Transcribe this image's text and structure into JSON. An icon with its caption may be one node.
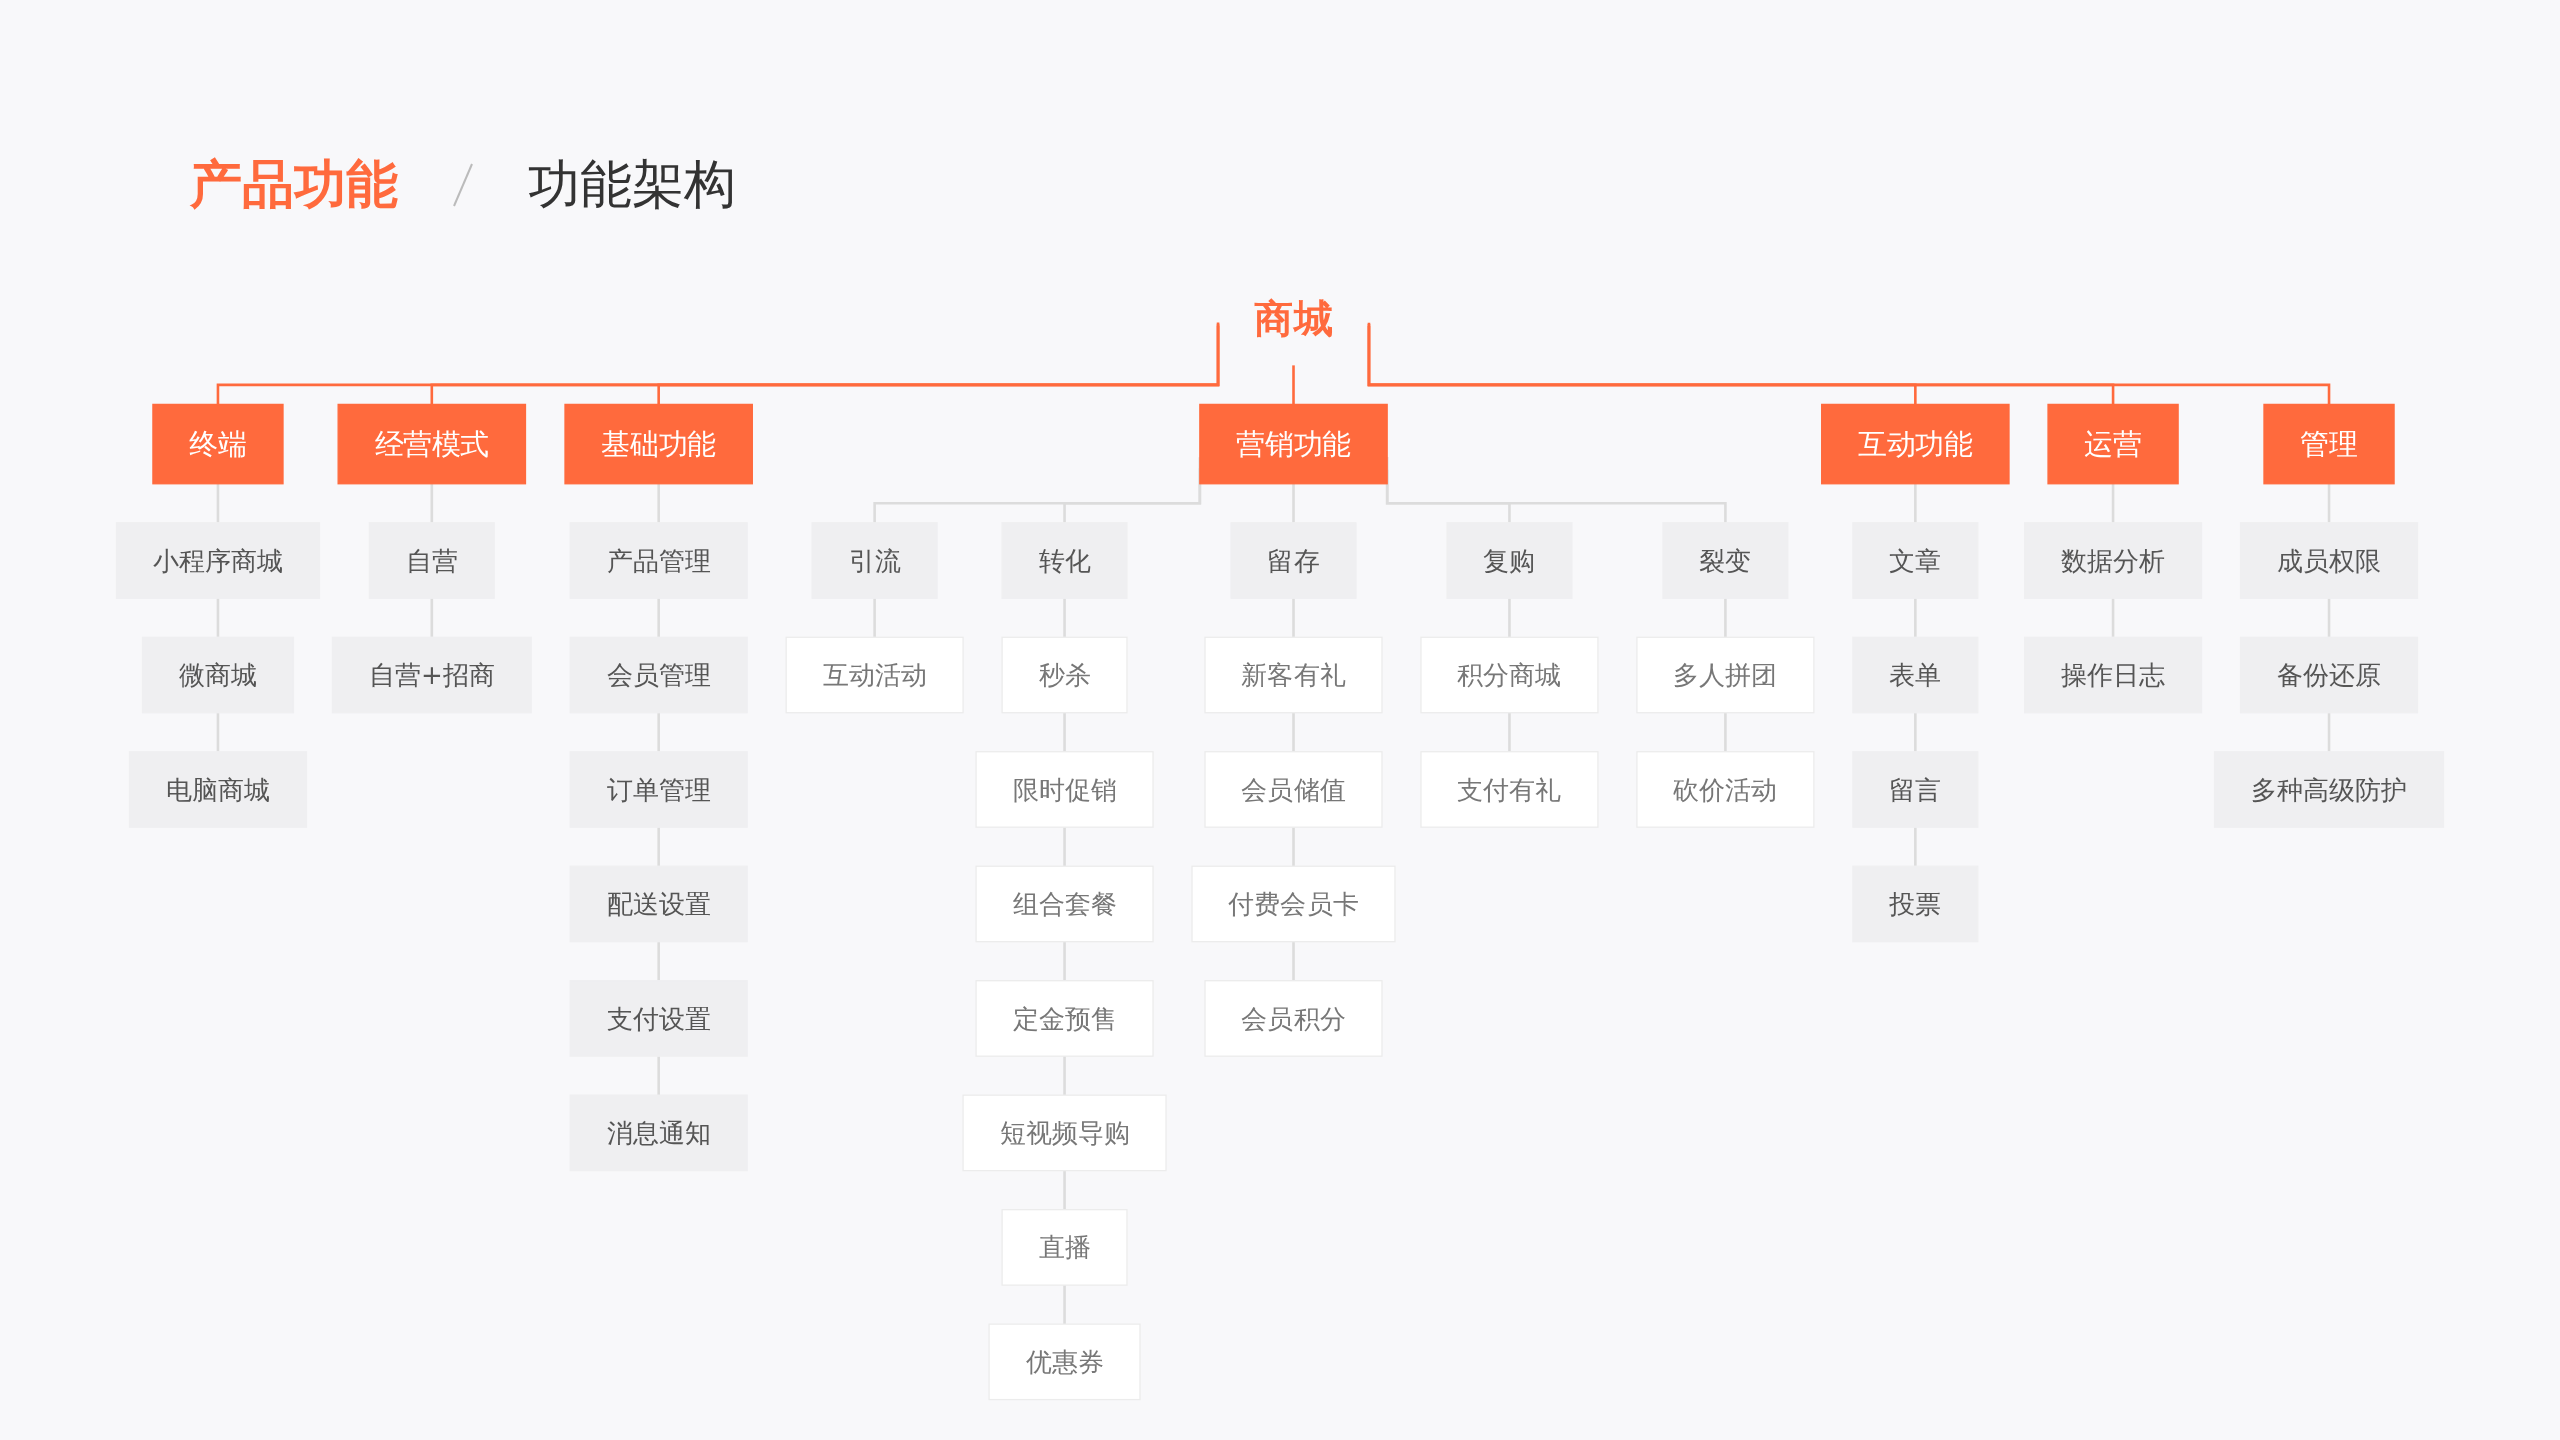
{
  "diagram": {
    "title": "产品功能",
    "nodes": [
      {
        "text": [
          "商城"
        ]
      },
      {
        "text": [
          "终端"
        ]
      },
      {
        "text": [
          "小程序商城"
        ]
      },
      {
        "text": [
          "微商城"
        ]
      },
      {
        "text": [
          "电脑商城"
        ]
      },
      {
        "text": [
          "经营模式"
        ]
      },
      {
        "text": [
          "自营"
        ]
      },
      {
        "text": [
          "自营+招商"
        ]
      },
      {
        "text": [
          "基础功能"
        ]
      },
      {
        "text": [
          "产品管理"
        ]
      },
      {
        "text": [
          "会员管理"
        ]
      },
      {
        "text": [
          "订单管理"
        ]
      },
      {
        "text": [
          "配送设置"
        ]
      },
      {
        "text": [
          "支付设置"
        ]
      },
      {
        "text": [
          "消息通知"
        ]
      },
      {
        "text": [
          "营销功能"
        ]
      },
      {
        "text": [
          "引流"
        ]
      },
      {
        "text": [
          "互动活动"
        ]
      },
      {
        "text": [
          "转化"
        ]
      },
      {
        "text": [
          "秒杀"
        ]
      },
      {
        "text": [
          "限时促销"
        ]
      },
      {
        "text": [
          "组合套餐"
        ]
      },
      {
        "text": [
          "定金预售"
        ]
      },
      {
        "text": [
          "短视频导购"
        ]
      },
      {
        "text": [
          "直播"
        ]
      },
      {
        "text": [
          "优惠券"
        ]
      },
      {
        "text": [
          "留存"
        ]
      },
      {
        "text": [
          "新客有礼"
        ]
      },
      {
        "text": [
          "会员储值"
        ]
      },
      {
        "text": [
          "付费会员卡"
        ]
      },
      {
        "text": [
          "会员积分"
        ]
      },
      {
        "text": [
          "复购"
        ]
      },
      {
        "text": [
          "积分商城"
        ]
      },
      {
        "text": [
          "支付有礼"
        ]
      },
      {
        "text": [
          "裂变"
        ]
      },
      {
        "text": [
          "多人拼团"
        ]
      },
      {
        "text": [
          "砍价活动"
        ]
      },
      {
        "text": [
          "互动功能"
        ]
      },
      {
        "text": [
          "文章"
        ]
      },
      {
        "text": [
          "表单"
        ]
      },
      {
        "text": [
          "留言"
        ]
      },
      {
        "text": [
          "投票"
        ]
      },
      {
        "text": [
          "运营"
        ]
      },
      {
        "text": [
          "数据分析"
        ]
      },
      {
        "text": [
          "操作日志"
        ]
      },
      {
        "text": [
          "管理"
        ]
      },
      {
        "text": [
          "成员权限"
        ]
      },
      {
        "text": [
          "备份还原"
        ]
      },
      {
        "text": [
          "多种高级防护"
        ]
      }
    ],
    "edges": [
      {
        "from": 0,
        "to": 1,
        "arrow": "none",
        "color": "#ff6a3d"
      },
      {
        "from": 0,
        "to": 5,
        "arrow": "none",
        "color": "#ff6a3d"
      },
      {
        "from": 0,
        "to": 8,
        "arrow": "none",
        "color": "#ff6a3d"
      },
      {
        "from": 0,
        "to": 15,
        "arrow": "none",
        "color": "#ff6a3d"
      },
      {
        "from": 0,
        "to": 37,
        "arrow": "none",
        "color": "#ff6a3d"
      },
      {
        "from": 0,
        "to": 42,
        "arrow": "none",
        "color": "#ff6a3d"
      },
      {
        "from": 0,
        "to": 45,
        "arrow": "none",
        "color": "#ff6a3d"
      },
      {
        "from": 1,
        "to": 2,
        "arrow": "none"
      },
      {
        "from": 2,
        "to": 3,
        "arrow": "none"
      },
      {
        "from": 3,
        "to": 4,
        "arrow": "none"
      },
      {
        "from": 5,
        "to": 6,
        "arrow": "none"
      },
      {
        "from": 6,
        "to": 7,
        "arrow": "none"
      },
      {
        "from": 8,
        "to": 9,
        "arrow": "none"
      },
      {
        "from": 9,
        "to": 10,
        "arrow": "none"
      },
      {
        "from": 10,
        "to": 11,
        "arrow": "none"
      },
      {
        "from": 11,
        "to": 12,
        "arrow": "none"
      },
      {
        "from": 12,
        "to": 13,
        "arrow": "none"
      },
      {
        "from": 13,
        "to": 14,
        "arrow": "none"
      },
      {
        "from": 15,
        "to": 16,
        "arrow": "none"
      },
      {
        "from": 15,
        "to": 18,
        "arrow": "none"
      },
      {
        "from": 15,
        "to": 26,
        "arrow": "none"
      },
      {
        "from": 15,
        "to": 31,
        "arrow": "none"
      },
      {
        "from": 15,
        "to": 34,
        "arrow": "none"
      },
      {
        "from": 16,
        "to": 17,
        "arrow": "none"
      },
      {
        "from": 18,
        "to": 19,
        "arrow": "none"
      },
      {
        "from": 19,
        "to": 20,
        "arrow": "none"
      },
      {
        "from": 20,
        "to": 21,
        "arrow": "none"
      },
      {
        "from": 21,
        "to": 22,
        "arrow": "none"
      },
      {
        "from": 22,
        "to": 23,
        "arrow": "none"
      },
      {
        "from": 23,
        "to": 24,
        "arrow": "none"
      },
      {
        "from": 24,
        "to": 25,
        "arrow": "none"
      },
      {
        "from": 26,
        "to": 27,
        "arrow": "none"
      },
      {
        "from": 27,
        "to": 28,
        "arrow": "none"
      },
      {
        "from": 28,
        "to": 29,
        "arrow": "none"
      },
      {
        "from": 29,
        "to": 30,
        "arrow": "none"
      },
      {
        "from": 31,
        "to": 32,
        "arrow": "none"
      },
      {
        "from": 32,
        "to": 33,
        "arrow": "none"
      },
      {
        "from": 34,
        "to": 35,
        "arrow": "none"
      },
      {
        "from": 35,
        "to": 36,
        "arrow": "none"
      },
      {
        "from": 37,
        "to": 38,
        "arrow": "none"
      },
      {
        "from": 38,
        "to": 39,
        "arrow": "none"
      },
      {
        "from": 39,
        "to": 40,
        "arrow": "none"
      },
      {
        "from": 40,
        "to": 41,
        "arrow": "none"
      },
      {
        "from": 42,
        "to": 43,
        "arrow": "none"
      },
      {
        "from": 43,
        "to": 44,
        "arrow": "none"
      },
      {
        "from": 45,
        "to": 46,
        "arrow": "none"
      },
      {
        "from": 46,
        "to": 47,
        "arrow": "none"
      },
      {
        "from": 47,
        "to": 48,
        "arrow": "none"
      }
    ],
    "labels": [
      "功能架构"
    ]
  }
}
